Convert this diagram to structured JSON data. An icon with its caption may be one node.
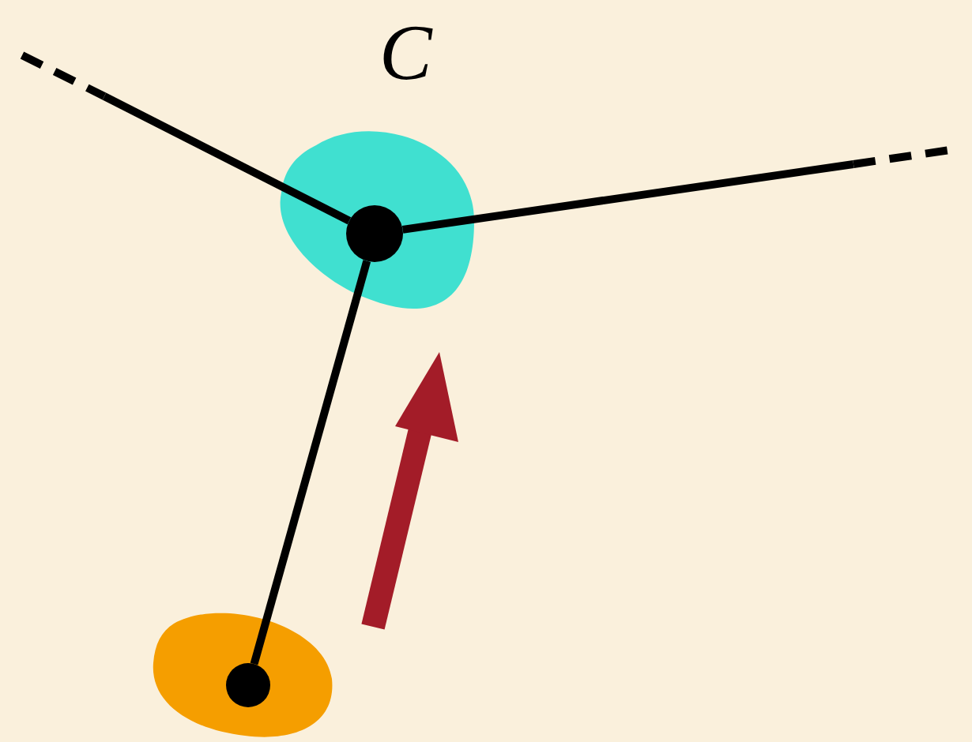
{
  "diagram": {
    "nodes": [
      {
        "text": [],
        "shape": "circle",
        "beside": [
          "C"
        ]
      },
      {
        "text": [],
        "shape": "circle"
      }
    ],
    "edges": [
      {
        "from": null,
        "to": 0,
        "arrow": "none"
      },
      {
        "from": 0,
        "to": null,
        "arrow": "none"
      },
      {
        "from": 1,
        "to": 0,
        "arrow": "none"
      }
    ]
  }
}
